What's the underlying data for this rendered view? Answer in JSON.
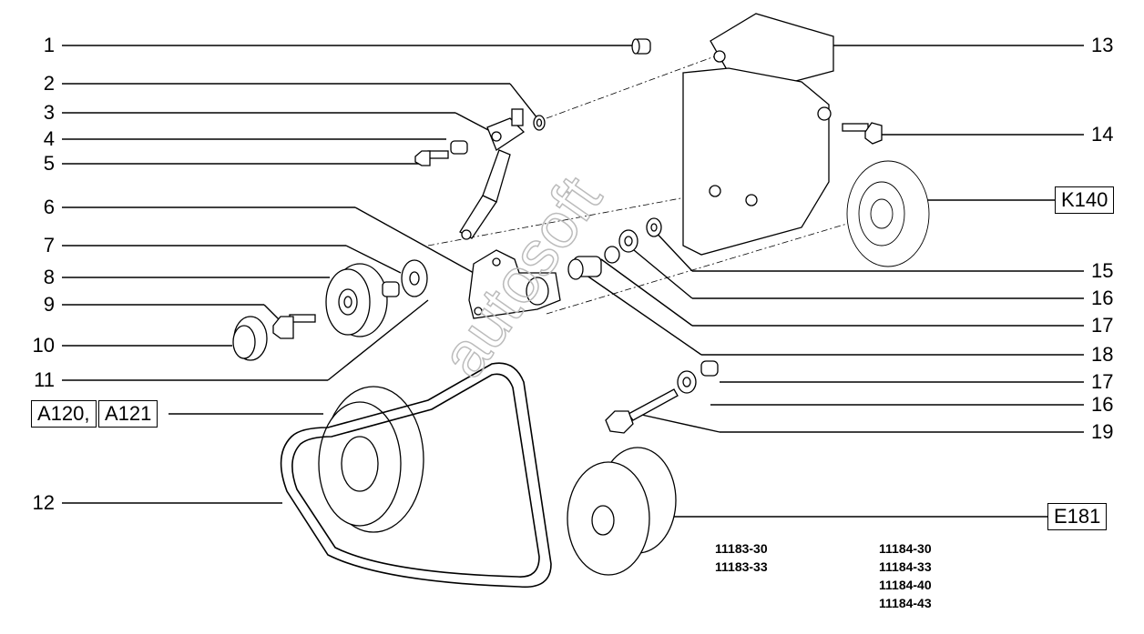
{
  "callouts_left": [
    "1",
    "2",
    "3",
    "4",
    "5",
    "6",
    "7",
    "8",
    "9",
    "10",
    "11",
    "12"
  ],
  "callouts_right": [
    "13",
    "14",
    "15",
    "16",
    "17",
    "18",
    "17",
    "16",
    "19"
  ],
  "refs": {
    "a120": "A120,",
    "a121": "A121",
    "k140": "K140",
    "e181": "E181"
  },
  "models_left": [
    "11183-30",
    "11183-33"
  ],
  "models_right": [
    "11184-30",
    "11184-33",
    "11184-40",
    "11184-43"
  ],
  "watermark": "autosoft"
}
